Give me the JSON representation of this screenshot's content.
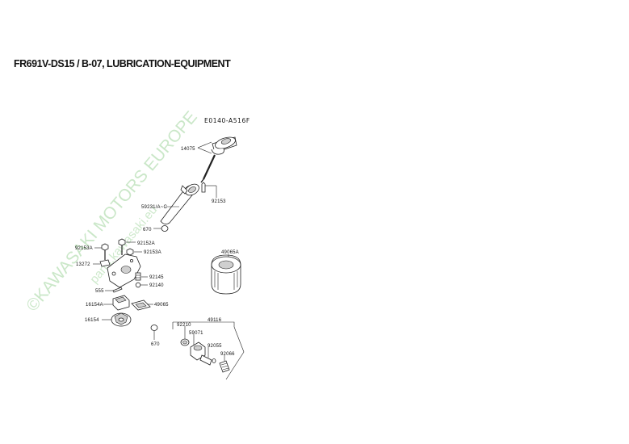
{
  "title": "FR691V-DS15  /  B-07, LUBRICATION-EQUIPMENT",
  "diagram_code": "E0140-A516F",
  "watermark": {
    "line1": "©KAWASAKI MOTORS EUROPE",
    "line2": "parts.kawasaki.eu",
    "color": "#9ed39a"
  },
  "parts": {
    "p14075": "14075",
    "p92153": "92153",
    "p59231": "59231/A~C",
    "p670_top": "670",
    "p92153A_1": "92153A",
    "p92152A": "92152A",
    "p92153A_2": "92153A",
    "p13272": "13272",
    "p92145": "92145",
    "p92140": "92140",
    "p555": "555",
    "p16154A": "16154A",
    "p49065": "49065",
    "p16154": "16154",
    "p49065A": "49065A",
    "p49116": "49116",
    "p92210": "92210",
    "p59071": "59071",
    "p670_bottom": "670",
    "p92055": "92055",
    "p92066": "92066"
  }
}
